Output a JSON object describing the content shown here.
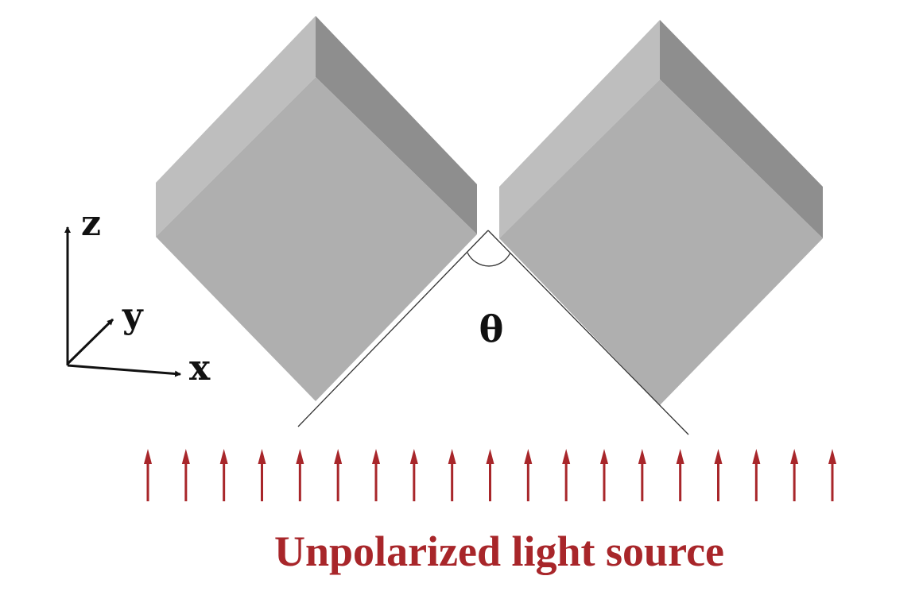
{
  "axes": {
    "z_label": "z",
    "y_label": "y",
    "x_label": "x"
  },
  "angle_label": "θ",
  "light_source": {
    "label": "Unpolarized light source",
    "arrow_count": 19,
    "color": "#a8262a"
  },
  "colors": {
    "cube_top_light": "#bebebe",
    "cube_top_dark": "#8e8e8e",
    "cube_front": "#afafaf"
  }
}
